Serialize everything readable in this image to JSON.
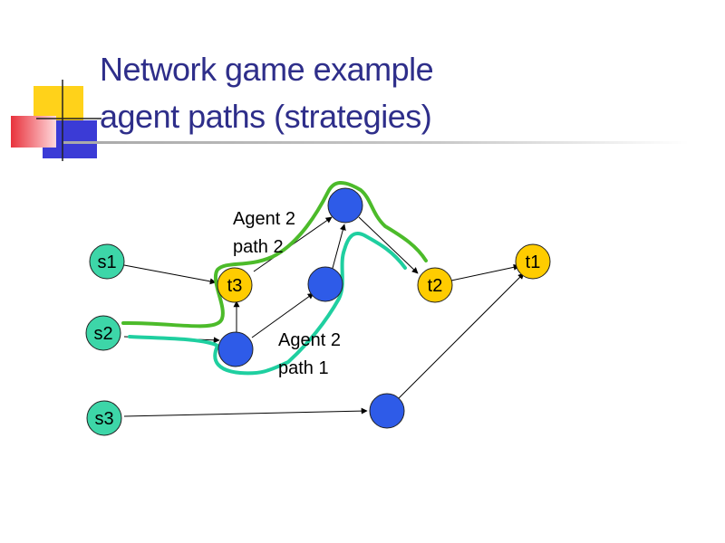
{
  "title": {
    "line1": "Network game example",
    "line2": "agent paths (strategies)"
  },
  "colors": {
    "title": "#2e2e8a",
    "source_node": "#3dd6a8",
    "terminal_node": "#ffcc00",
    "intermediate_node": "#2e5be8",
    "path2_stroke": "#4cbb2a",
    "path1_stroke": "#1fcfa0"
  },
  "nodes": {
    "s1": "s1",
    "s2": "s2",
    "s3": "s3",
    "t1": "t1",
    "t2": "t2",
    "t3": "t3"
  },
  "annotations": {
    "path2_line1": "Agent 2",
    "path2_line2": "path 2",
    "path1_line1": "Agent 2",
    "path1_line2": "path 1"
  }
}
